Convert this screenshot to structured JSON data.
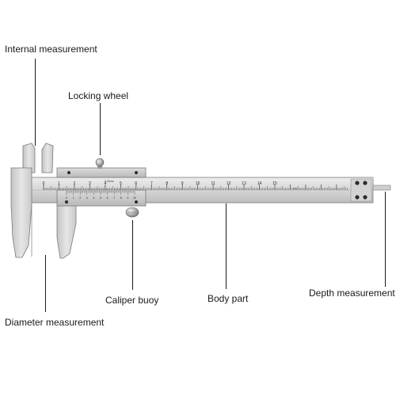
{
  "labels": {
    "internal_measurement": "Internal measurement",
    "locking_wheel": "Locking wheel",
    "caliper_buoy": "Caliper buoy",
    "body_part": "Body part",
    "depth_measurement": "Depth measurement",
    "diameter_measurement": "Diameter measurement"
  },
  "scale": {
    "main_numbers": [
      "0",
      "1",
      "2",
      "3",
      "4",
      "5",
      "6",
      "7",
      "8",
      "9",
      "10",
      "11",
      "12",
      "13",
      "14",
      "15"
    ],
    "vernier_numbers": [
      "0",
      "1",
      "2",
      "3",
      "4",
      "5",
      "6",
      "7",
      "8",
      "9",
      "10"
    ],
    "vernier_precision": "0.02mm",
    "unit_mark": "cm"
  },
  "colors": {
    "steel_light": "#e2e2e2",
    "steel_mid": "#c9c9c9",
    "steel_dark": "#9a9a9a",
    "outline": "#6f6f6f",
    "text": "#1a1a1a"
  }
}
